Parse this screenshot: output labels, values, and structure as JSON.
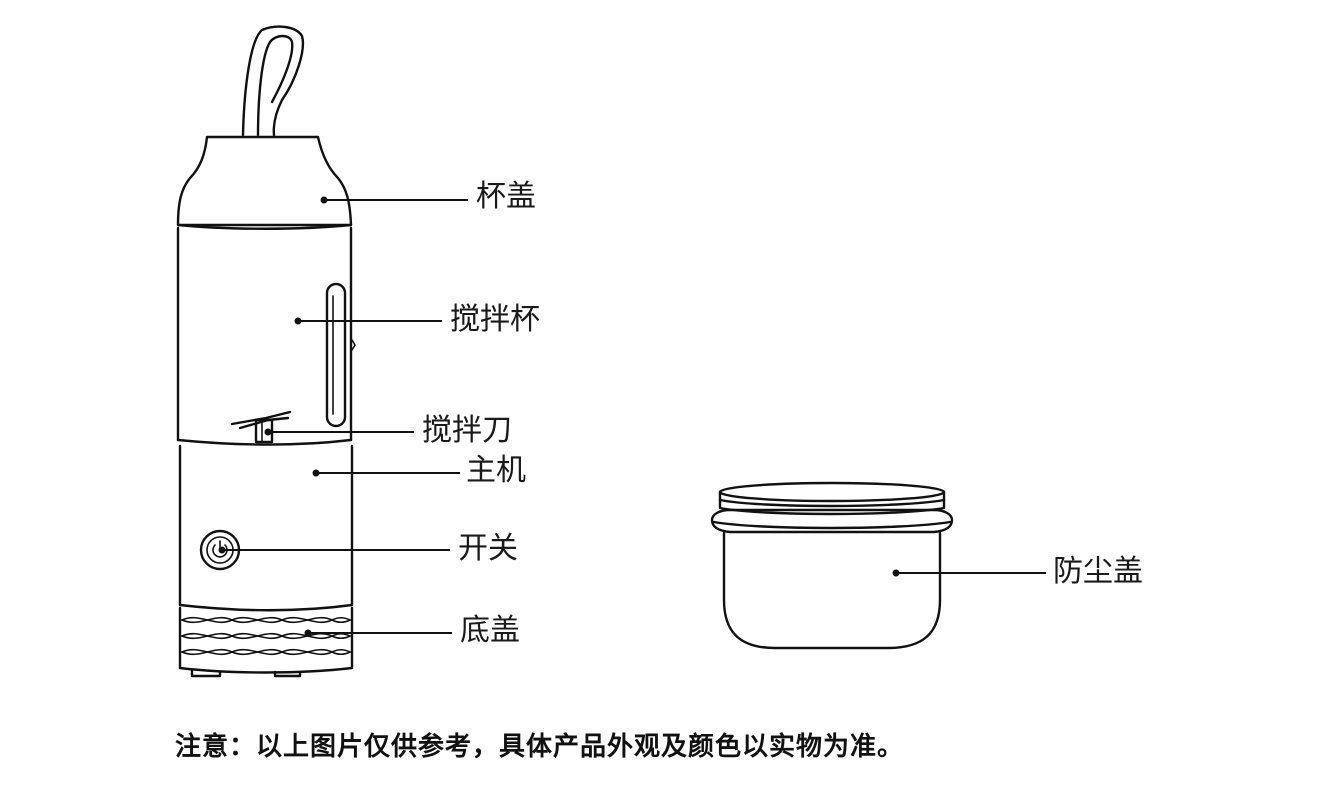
{
  "labels": {
    "lid": "杯盖",
    "cup": "搅拌杯",
    "blade": "搅拌刀",
    "base": "主机",
    "switch": "开关",
    "bottom_cover": "底盖",
    "dust_cover": "防尘盖"
  },
  "note": "注意：以上图片仅供参考，具体产品外观及颜色以实物为准。"
}
